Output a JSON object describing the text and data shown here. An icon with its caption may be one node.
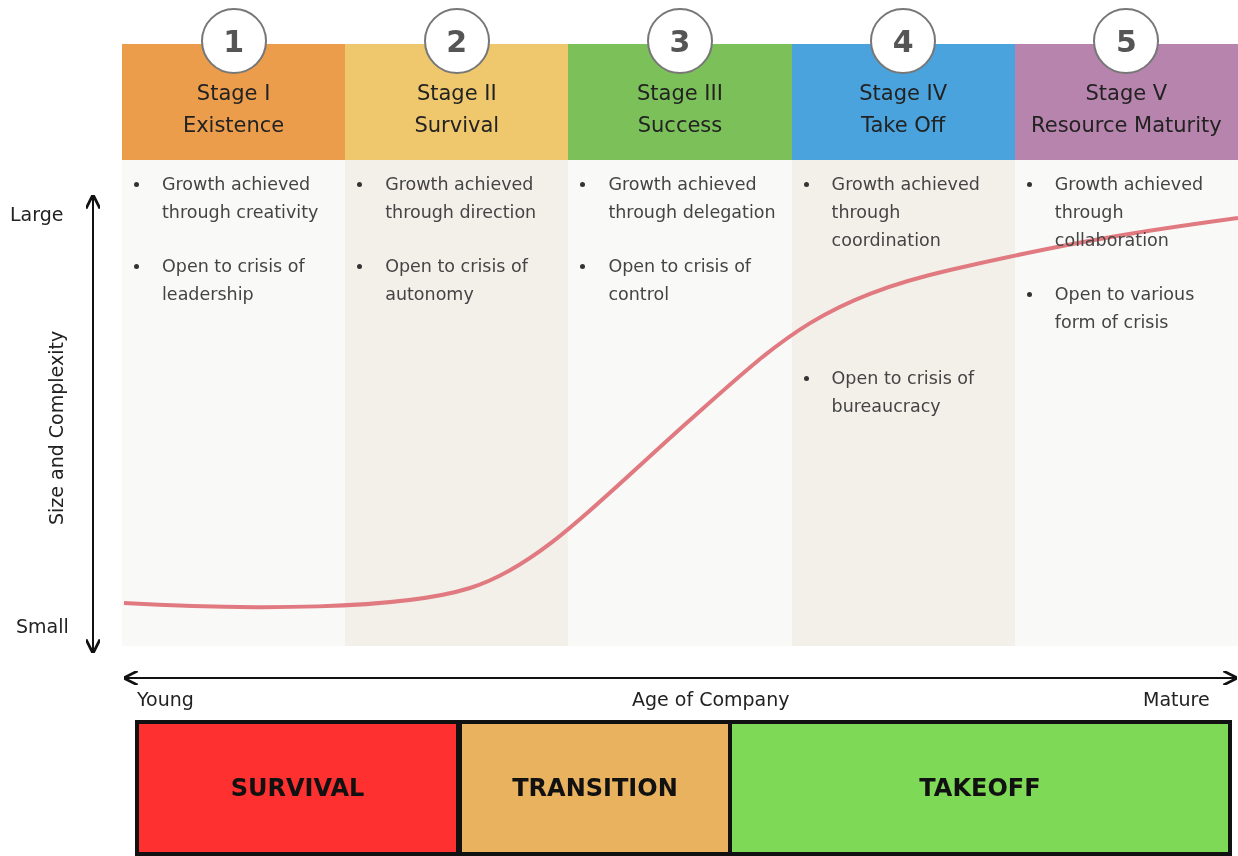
{
  "diagram": {
    "nodes": [
      {
        "text": [
          "1"
        ]
      },
      {
        "text": [
          "Stage I",
          "Existence"
        ]
      },
      {
        "text": [
          "Growth achieved through creativity",
          "Open to crisis of leadership"
        ]
      },
      {
        "text": [
          "2"
        ]
      },
      {
        "text": [
          "Stage II",
          "Survival"
        ]
      },
      {
        "text": [
          "Growth achieved through direction",
          "Open to crisis of autonomy"
        ]
      },
      {
        "text": [
          "3"
        ]
      },
      {
        "text": [
          "Stage III",
          "Success"
        ]
      },
      {
        "text": [
          "Growth achieved through delegation",
          "Open to crisis of control"
        ]
      },
      {
        "text": [
          "4"
        ]
      },
      {
        "text": [
          "Stage IV",
          "Take Off"
        ]
      },
      {
        "text": [
          "Growth achieved through coordination",
          "Open to crisis of bureaucracy"
        ]
      },
      {
        "text": [
          "5"
        ]
      },
      {
        "text": [
          "Stage V",
          "Resource Maturity"
        ]
      },
      {
        "text": [
          "Growth achieved through collaboration",
          "Open to various form of crisis"
        ]
      },
      {
        "text": [
          "SURVIVAL"
        ]
      },
      {
        "text": [
          "TRANSITION"
        ]
      },
      {
        "text": [
          "TAKEOFF"
        ]
      }
    ],
    "edges": [],
    "labels": [
      "Large",
      "Size and Complexity",
      "Small",
      "Young",
      "Age of Company",
      "Mature"
    ]
  }
}
